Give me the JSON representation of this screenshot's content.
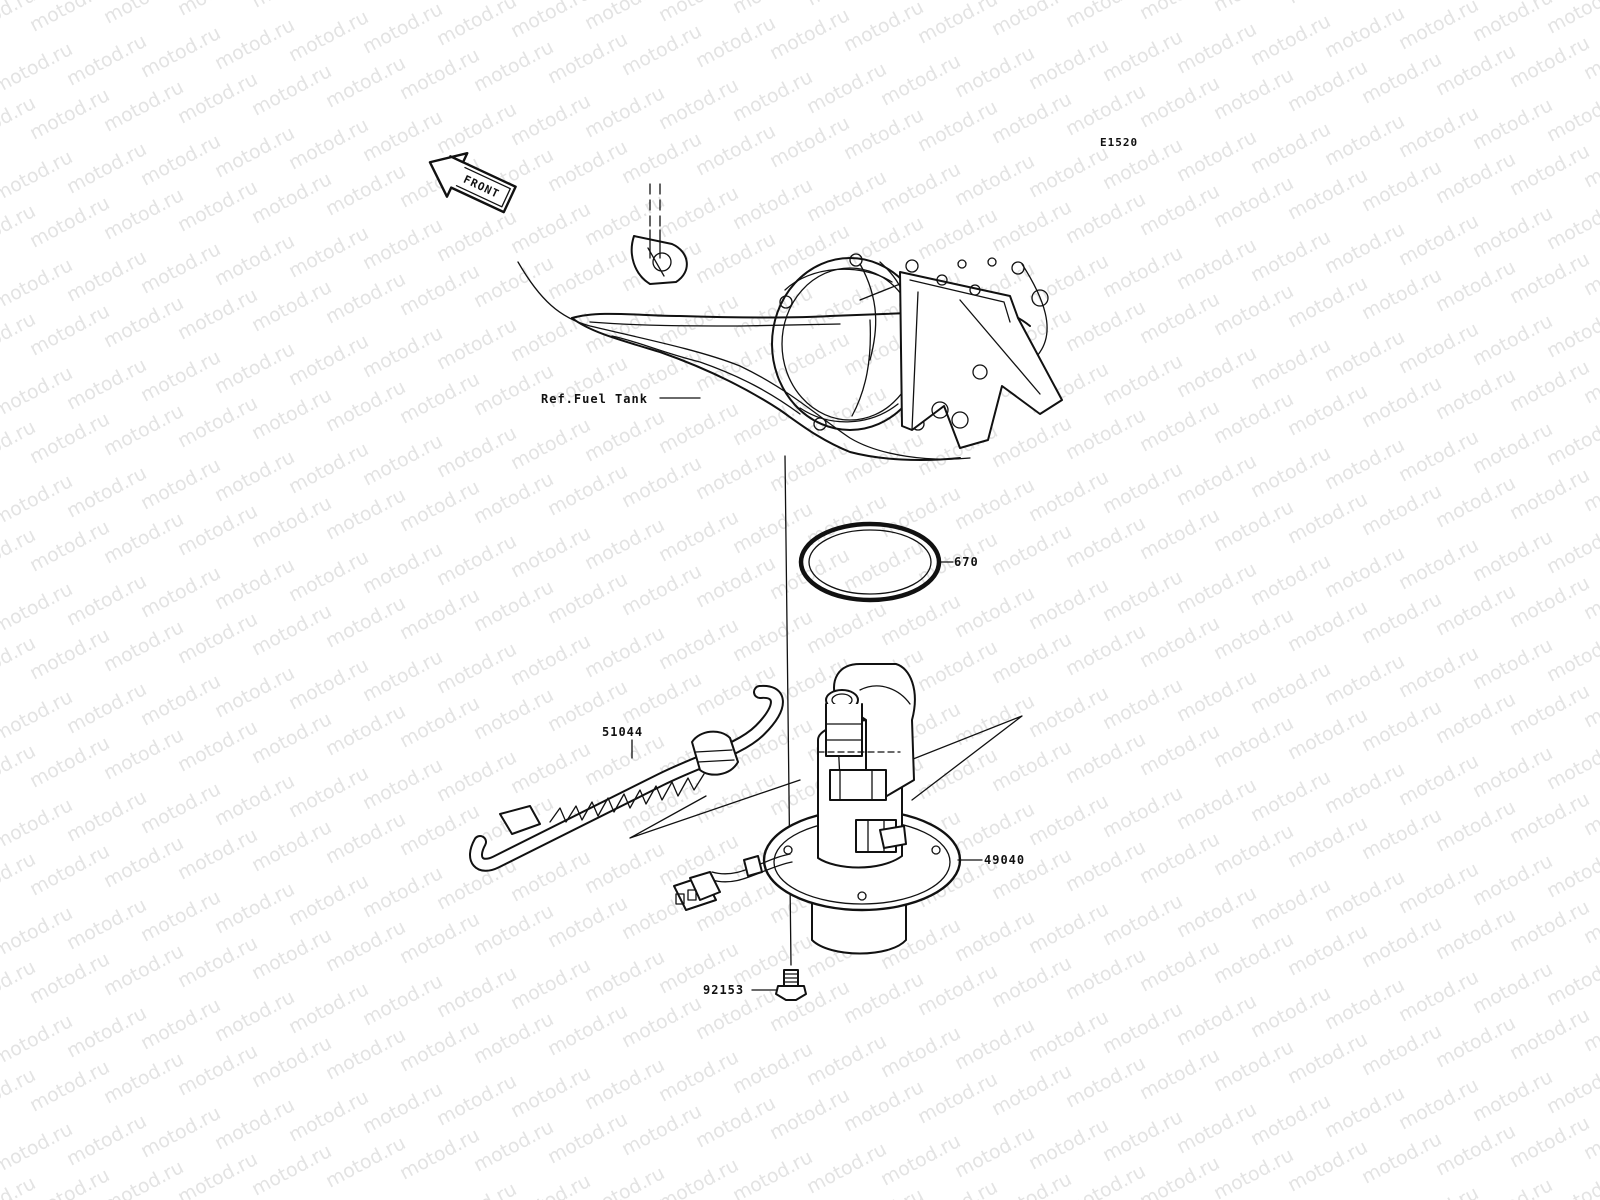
{
  "diagram": {
    "code": "E1520",
    "front_label": "FRONT",
    "reference_label": "Ref.Fuel Tank",
    "watermark_text": "motod.ru",
    "ink_color": "#111111",
    "watermark_color": "#e3e3e3"
  },
  "callouts": [
    {
      "part_number": "670"
    },
    {
      "part_number": "51044"
    },
    {
      "part_number": "49040"
    },
    {
      "part_number": "92153"
    }
  ]
}
